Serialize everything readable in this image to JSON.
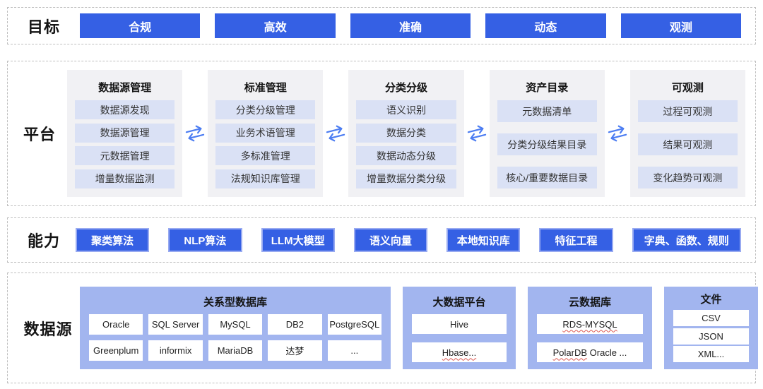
{
  "goals": {
    "label": "目标",
    "items": [
      "合规",
      "高效",
      "准确",
      "动态",
      "观测"
    ]
  },
  "platform": {
    "label": "平台",
    "swap_arrows_icon": "⇄",
    "columns": [
      {
        "title": "数据源管理",
        "items": [
          "数据源发现",
          "数据源管理",
          "元数据管理",
          "增量数据监测"
        ]
      },
      {
        "title": "标准管理",
        "items": [
          "分类分级管理",
          "业务术语管理",
          "多标准管理",
          "法规知识库管理"
        ]
      },
      {
        "title": "分类分级",
        "items": [
          "语义识别",
          "数据分类",
          "数据动态分级",
          "增量数据分类分级"
        ]
      },
      {
        "title": "资产目录",
        "items": [
          "元数据清单",
          "分类分级结果目录",
          "核心/重要数据目录"
        ]
      },
      {
        "title": "可观测",
        "items": [
          "过程可观测",
          "结果可观测",
          "变化趋势可观测"
        ]
      }
    ]
  },
  "capabilities": {
    "label": "能力",
    "items": [
      "聚类算法",
      "NLP算法",
      "LLM大模型",
      "语义向量",
      "本地知识库",
      "特征工程",
      "字典、函数、规则"
    ]
  },
  "datasources": {
    "label": "数据源",
    "relational": {
      "title": "关系型数据库",
      "row1": [
        "Oracle",
        "SQL Server",
        "MySQL",
        "DB2",
        "PostgreSQL"
      ],
      "row2": [
        "Greenplum",
        "informix",
        "MariaDB",
        "达梦",
        "..."
      ]
    },
    "bigdata": {
      "title": "大数据平台",
      "items": [
        "Hive",
        "Hbase..."
      ]
    },
    "cloud": {
      "title": "云数据库",
      "item1": "RDS-MYSQL",
      "item2_part1": "PolarDB",
      "item2_part2": " Oracle ..."
    },
    "files": {
      "title": "文件",
      "items": [
        "CSV",
        "JSON",
        "XML..."
      ]
    }
  },
  "colors": {
    "accent_blue": "#3560e4",
    "capability_border": "#98aaf1",
    "platform_card_bg": "#f1f1f4",
    "platform_item_bg": "#dae1f5",
    "datasource_card_bg": "#a2b5ef",
    "arrow_blue": "#4c7df2",
    "dashed_border": "#bfbfbf",
    "squiggle_red": "#dd5a52"
  }
}
